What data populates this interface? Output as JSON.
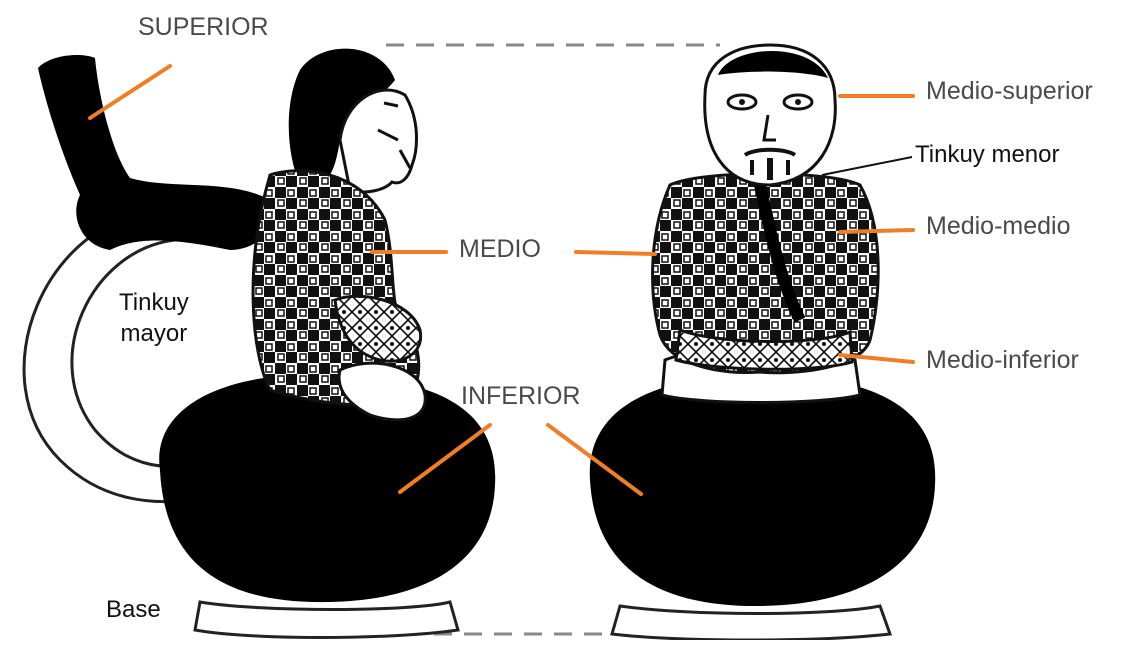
{
  "labels": {
    "superior": "SUPERIOR",
    "medio": "MEDIO",
    "inferior": "INFERIOR",
    "tinkuy_mayor_line1": "Tinkuy",
    "tinkuy_mayor_line2": "mayor",
    "base": "Base",
    "medio_superior": "Medio-superior",
    "tinkuy_menor": "Tinkuy menor",
    "medio_medio": "Medio-medio",
    "medio_inferior": "Medio-inferior"
  },
  "colors": {
    "leader_line": "#f07e26",
    "vessel_body": "#000000",
    "dashed_guide": "#8a8a8a"
  }
}
